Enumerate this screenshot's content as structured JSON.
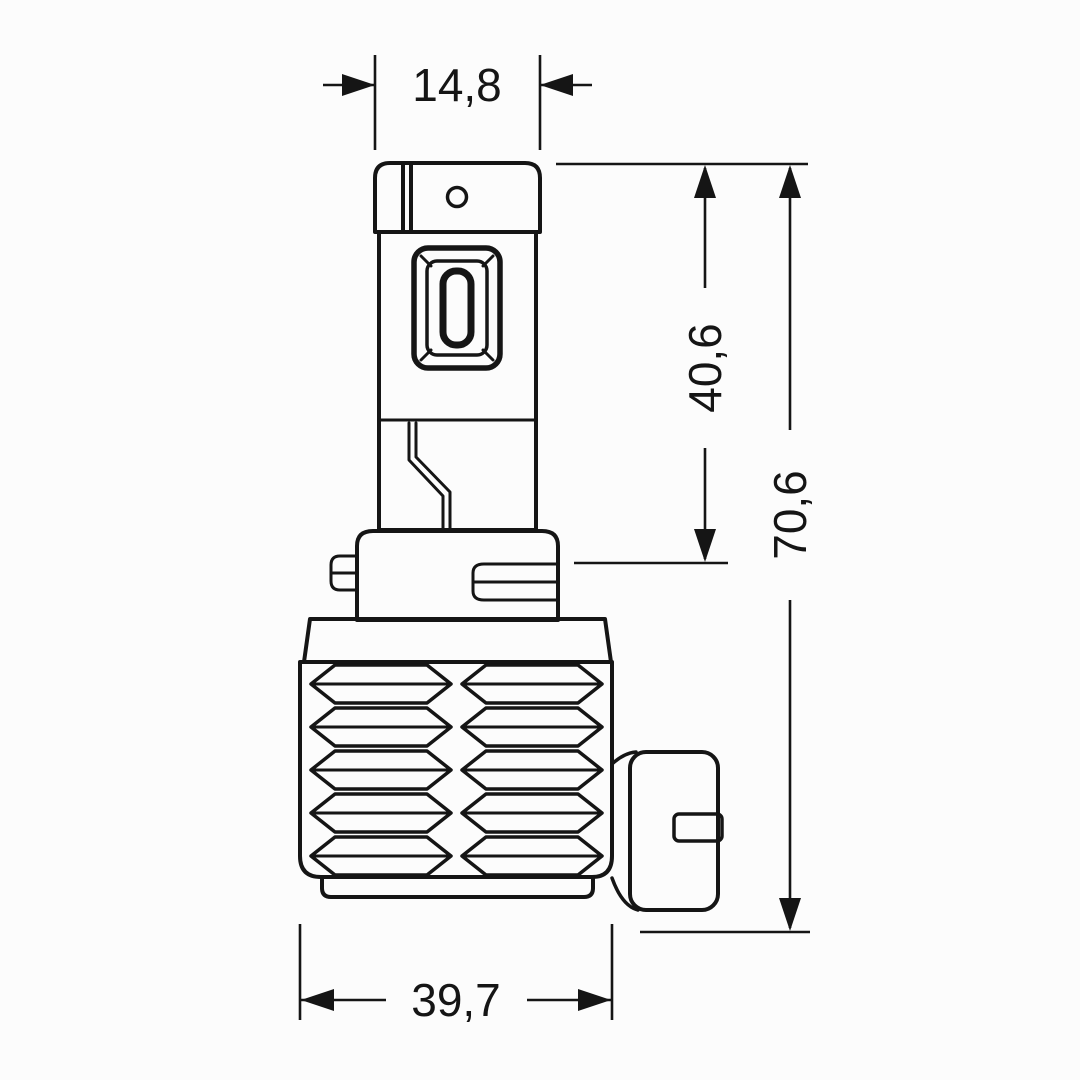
{
  "canvas": {
    "background": "#fcfcfc",
    "line_color": "#151515"
  },
  "dimensions": {
    "top_width": "14,8",
    "upper_height": "40,6",
    "total_height": "70,6",
    "base_width": "39,7"
  }
}
